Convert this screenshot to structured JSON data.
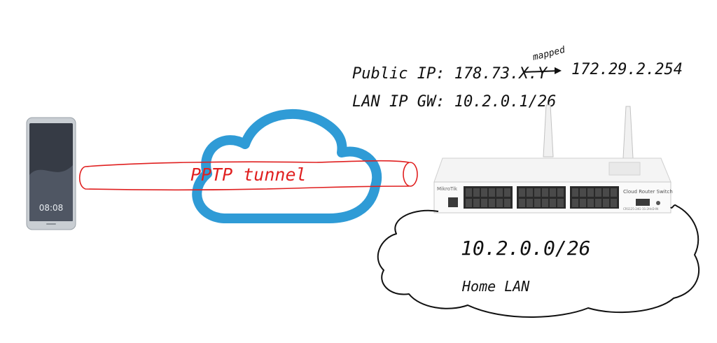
{
  "annotations": {
    "public_ip": "Public IP: 178.73.X.Y",
    "mapped": "mapped",
    "mapped_ip": "172.29.2.254",
    "lan_ip_gw": "LAN IP GW: 10.2.0.1/26"
  },
  "tunnel": {
    "label": "PPTP tunnel"
  },
  "phone": {
    "time": "08:08"
  },
  "router": {
    "brand": "MikroTik",
    "product": "Cloud Router Switch",
    "model": "CRS125-24G-1S-2HnD-IN"
  },
  "lan": {
    "subnet": "10.2.0.0/26",
    "name": "Home LAN"
  },
  "colors": {
    "tunnel": "#e02020",
    "cloud": "#2f9bd6",
    "ink": "#111111"
  }
}
